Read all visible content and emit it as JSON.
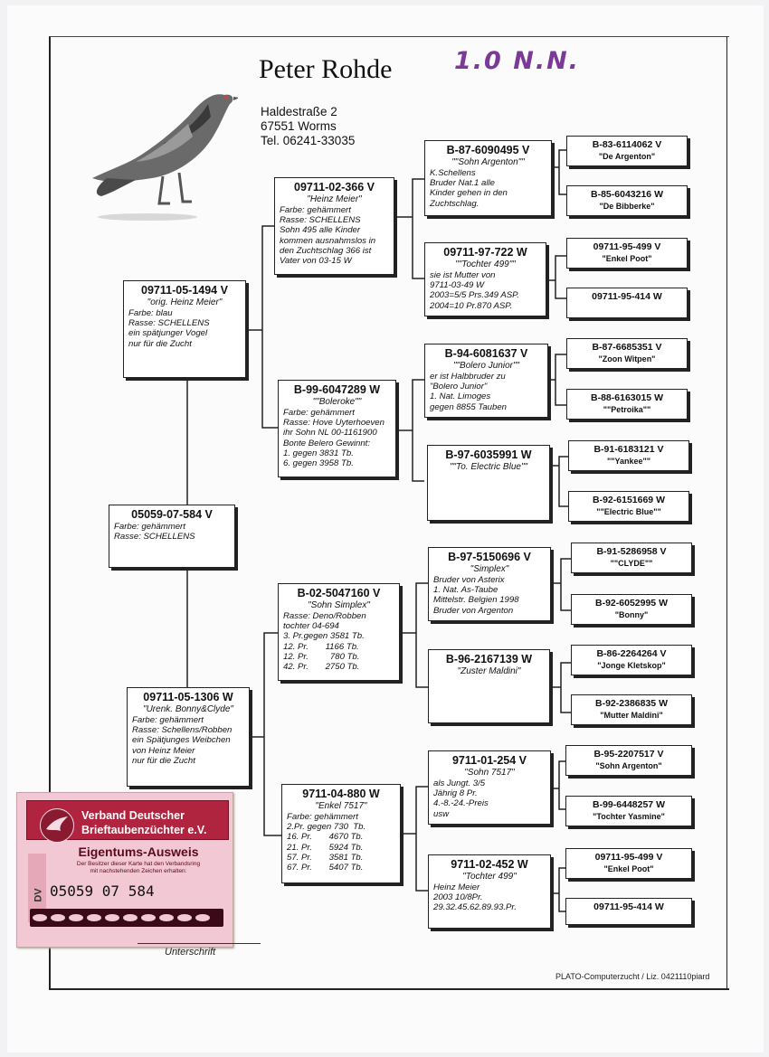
{
  "header": {
    "owner_name": "Peter Rohde",
    "handwritten_note": "1.0 N.N.",
    "address": [
      "Haldestraße 2",
      "67551 Worms",
      "Tel. 06241-33035"
    ]
  },
  "main_bird": {
    "ring": "05059-07-584 V",
    "lines": [
      "Farbe: gehämmert",
      "Rasse: SCHELLENS"
    ]
  },
  "parents": {
    "father": {
      "ring": "09711-05-1494 V",
      "name": "\"orig. Heinz Meier\"",
      "lines": [
        "Farbe: blau",
        "Rasse: SCHELLENS",
        "ein spätjunger Vogel",
        "nur für die Zucht"
      ]
    },
    "mother": {
      "ring": "09711-05-1306 W",
      "name": "\"Urenk. Bonny&Clyde\"",
      "lines": [
        "Farbe: gehämmert",
        "Rasse: Schellens/Robben",
        "ein Spätjunges Weibchen",
        "von Heinz Meier",
        "nur für die Zucht"
      ]
    }
  },
  "grandparents": {
    "ff": {
      "ring": "09711-02-366 V",
      "name": "\"Heinz Meier\"",
      "lines": [
        "Farbe: gehämmert",
        "Rasse: SCHELLENS",
        "Sohn 495 alle Kinder",
        "kommen ausnahmslos in",
        "den Zuchtschlag 366 ist",
        "Vater von 03-15 W"
      ]
    },
    "fm": {
      "ring": "B-99-6047289 W",
      "name": "\"\"Boleroke\"\"",
      "lines": [
        "Farbe: gehämmert",
        "Rasse: Hove Uyterhoeven",
        "ihr Sohn NL 00-1161900",
        "Bonte Belero Gewinnt:",
        "1. gegen 3831 Tb.",
        "6. gegen 3958 Tb."
      ]
    },
    "mf": {
      "ring": "B-02-5047160 V",
      "name": "\"Sohn Simplex\"",
      "lines": [
        "Rasse: Deno/Robben",
        "tochter 04-694",
        "3. Pr.gegen 3581 Tb.",
        "12. Pr.       1166 Tb.",
        "12. Pr.         780 Tb.",
        "42. Pr.       2750 Tb."
      ]
    },
    "mm": {
      "ring": "9711-04-880 W",
      "name": "\"Enkel 7517\"",
      "lines": [
        "Farbe: gehämmert",
        "2.Pr. gegen 730  Tb.",
        "16. Pr.       4670 Tb.",
        "21. Pr.       5924 Tb.",
        "57. Pr.       3581 Tb.",
        "67. Pr.       5407 Tb."
      ]
    }
  },
  "great_grandparents": {
    "fff": {
      "ring": "B-87-6090495 V",
      "name": "\"\"Sohn Argenton\"\"",
      "lines": [
        "K.Schellens",
        "Bruder Nat.1 alle",
        "Kinder gehen in den",
        "Zuchtschlag."
      ]
    },
    "ffm": {
      "ring": "09711-97-722 W",
      "name": "\"\"Tochter 499\"\"",
      "lines": [
        "sie ist Mutter von",
        "9711-03-49 W",
        "2003=5/5 Prs.349 ASP.",
        "2004=10 Pr.870 ASP."
      ]
    },
    "fmf": {
      "ring": "B-94-6081637 V",
      "name": "\"\"Bolero Junior\"\"",
      "lines": [
        "er ist Halbbruder zu",
        "\"Bolero Junior\"",
        "1. Nat. Limoges",
        "gegen 8855 Tauben"
      ]
    },
    "fmm": {
      "ring": "B-97-6035991 W",
      "name": "\"\"To. Electric Blue\"\"",
      "lines": []
    },
    "mff": {
      "ring": "B-97-5150696 V",
      "name": "\"Simplex\"",
      "lines": [
        "Bruder von Asterix",
        "1. Nat. As-Taube",
        "Mittelstr. Belgien 1998",
        "Bruder von Argenton"
      ]
    },
    "mfm": {
      "ring": "B-96-2167139 W",
      "name": "\"Zuster Maldini\"",
      "lines": []
    },
    "mmf": {
      "ring": "9711-01-254 V",
      "name": "\"Sohn 7517\"",
      "lines": [
        "als Jungt. 3/5",
        "Jährig 8 Pr.",
        "4.-8.-24.-Preis",
        "usw"
      ]
    },
    "mmm": {
      "ring": "9711-02-452 W",
      "name": "\"Tochter 499\"",
      "lines": [
        "Heinz Meier",
        "",
        "2003 10/8Pr.",
        "29.32.45.62.89.93.Pr."
      ]
    }
  },
  "gen4": [
    {
      "ring": "B-83-6114062 V",
      "name": "\"De Argenton\""
    },
    {
      "ring": "B-85-6043216 W",
      "name": "\"De Bibberke\""
    },
    {
      "ring": "09711-95-499 V",
      "name": "\"Enkel Poot\""
    },
    {
      "ring": "09711-95-414 W",
      "name": ""
    },
    {
      "ring": "B-87-6685351 V",
      "name": "\"Zoon Witpen\""
    },
    {
      "ring": "B-88-6163015 W",
      "name": "\"\"Petroika\"\""
    },
    {
      "ring": "B-91-6183121 V",
      "name": "\"\"Yankee\"\""
    },
    {
      "ring": "B-92-6151669 W",
      "name": "\"\"Electric Blue\"\""
    },
    {
      "ring": "B-91-5286958 V",
      "name": "\"\"CLYDE\"\""
    },
    {
      "ring": "B-92-6052995 W",
      "name": "\"Bonny\""
    },
    {
      "ring": "B-86-2264264 V",
      "name": "\"Jonge Kletskop\""
    },
    {
      "ring": "B-92-2386835 W",
      "name": "\"Mutter Maldini\""
    },
    {
      "ring": "B-95-2207517 V",
      "name": "\"Sohn Argenton\""
    },
    {
      "ring": "B-99-6448257 W",
      "name": "\"Tochter Yasmine\""
    },
    {
      "ring": "09711-95-499 V",
      "name": "\"Enkel Poot\""
    },
    {
      "ring": "09711-95-414 W",
      "name": ""
    }
  ],
  "ownership_card": {
    "org_line1": "Verband Deutscher",
    "org_line2": "Brieftaubenzüchter e.V.",
    "title": "Eigentums-Ausweis",
    "note_line1": "Der Besitzer dieser Karte hat den Verbandsring",
    "note_line2": "mit nachstehenden Zeichen erhalten:",
    "side_label": "DV",
    "ring_number": "05059  07  584"
  },
  "signature_label": "Unterschrift",
  "footer": "PLATO-Computerzucht / Liz. 0421110piard",
  "colors": {
    "handwriting": "#7a3a96",
    "card_pink": "#f2c8d4",
    "card_red": "#b0243f"
  }
}
